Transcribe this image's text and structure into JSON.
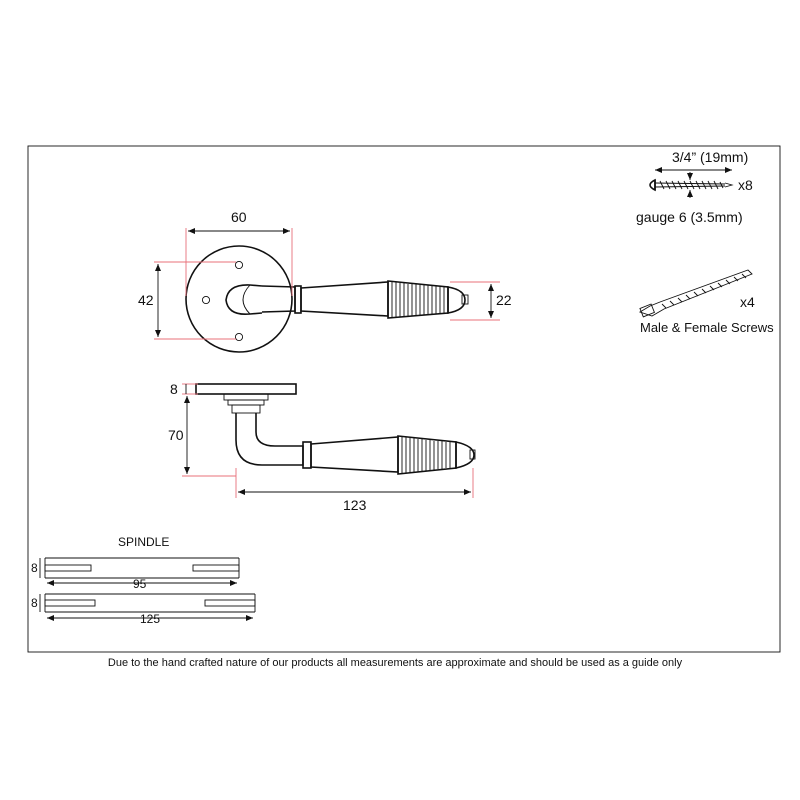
{
  "screw": {
    "length_label": "3/4” (19mm)",
    "quantity": "x8",
    "gauge_label": "gauge 6 (3.5mm)",
    "icon": "wood-screw-icon"
  },
  "bolts": {
    "quantity": "x4",
    "label": "Male & Female Screws",
    "icon": "threaded-bolt-icon"
  },
  "lever_plan": {
    "rose_width": "60",
    "rose_height": "42",
    "grip_height": "22"
  },
  "lever_side": {
    "rose_thickness": "8",
    "projection": "70",
    "length": "123"
  },
  "spindle": {
    "title": "SPINDLE",
    "short": {
      "thickness": "8",
      "length": "95"
    },
    "long": {
      "thickness": "8",
      "length": "125"
    }
  },
  "disclaimer": "Due to the hand crafted nature of our products all measurements are approximate and should be used as a guide only"
}
